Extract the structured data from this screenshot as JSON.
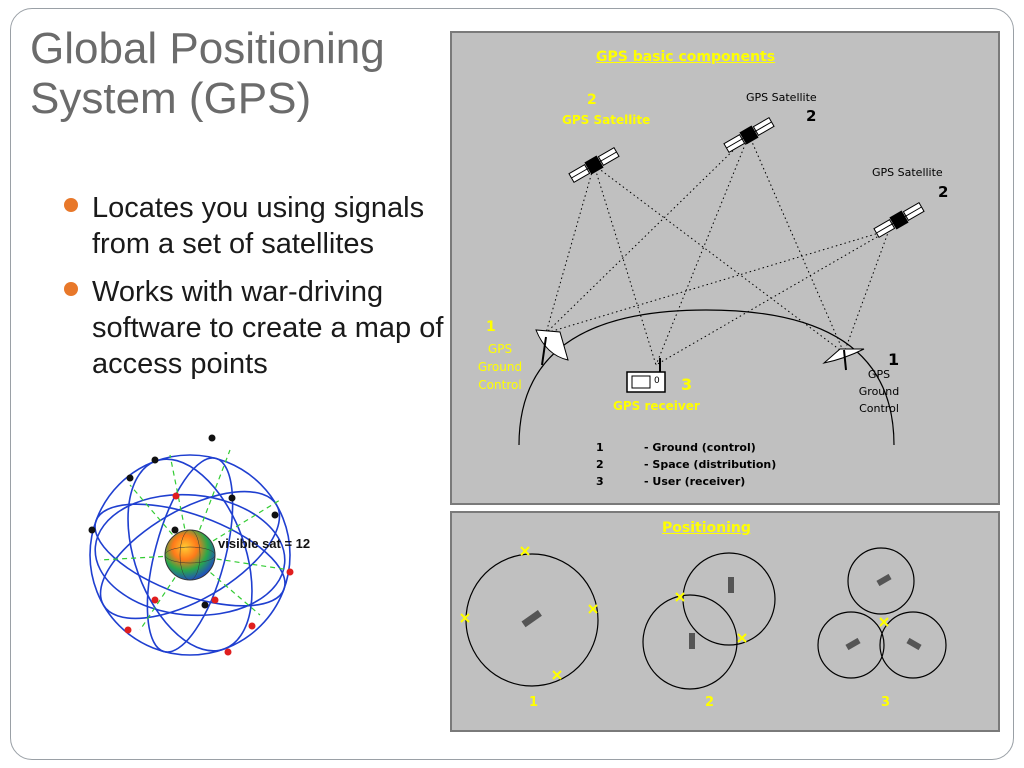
{
  "slide": {
    "title": "Global Positioning System (GPS)",
    "bullets": [
      "Locates you using signals from a set of satellites",
      "Works with war-driving software to create a map of access points"
    ]
  },
  "globe": {
    "caption": "visible sat = 12"
  },
  "diagram_top": {
    "heading": "GPS basic components",
    "satellites": [
      {
        "number": "2",
        "label": "GPS Satellite"
      },
      {
        "number": "2",
        "label": "GPS Satellite"
      },
      {
        "number": "2",
        "label": "GPS Satellite"
      }
    ],
    "ground_left": {
      "number": "1",
      "line1": "GPS",
      "line2": "Ground",
      "line3": "Control"
    },
    "ground_right": {
      "number": "1",
      "line1": "GPS",
      "line2": "Ground",
      "line3": "Control"
    },
    "receiver": {
      "number": "3",
      "label": "GPS receiver",
      "device_glyph": "0"
    },
    "legend": [
      {
        "num": "1",
        "desc": "- Ground (control)"
      },
      {
        "num": "2",
        "desc": "- Space (distribution)"
      },
      {
        "num": "3",
        "desc": "- User (receiver)"
      }
    ]
  },
  "diagram_bottom": {
    "heading": "Positioning",
    "cases": [
      "1",
      "2",
      "3"
    ]
  },
  "colors": {
    "accent_bullet": "#e8782a",
    "title_gray": "#6b6b6b",
    "diagram_yellow": "#ffff00",
    "panel_gray": "#c0c0c0"
  }
}
